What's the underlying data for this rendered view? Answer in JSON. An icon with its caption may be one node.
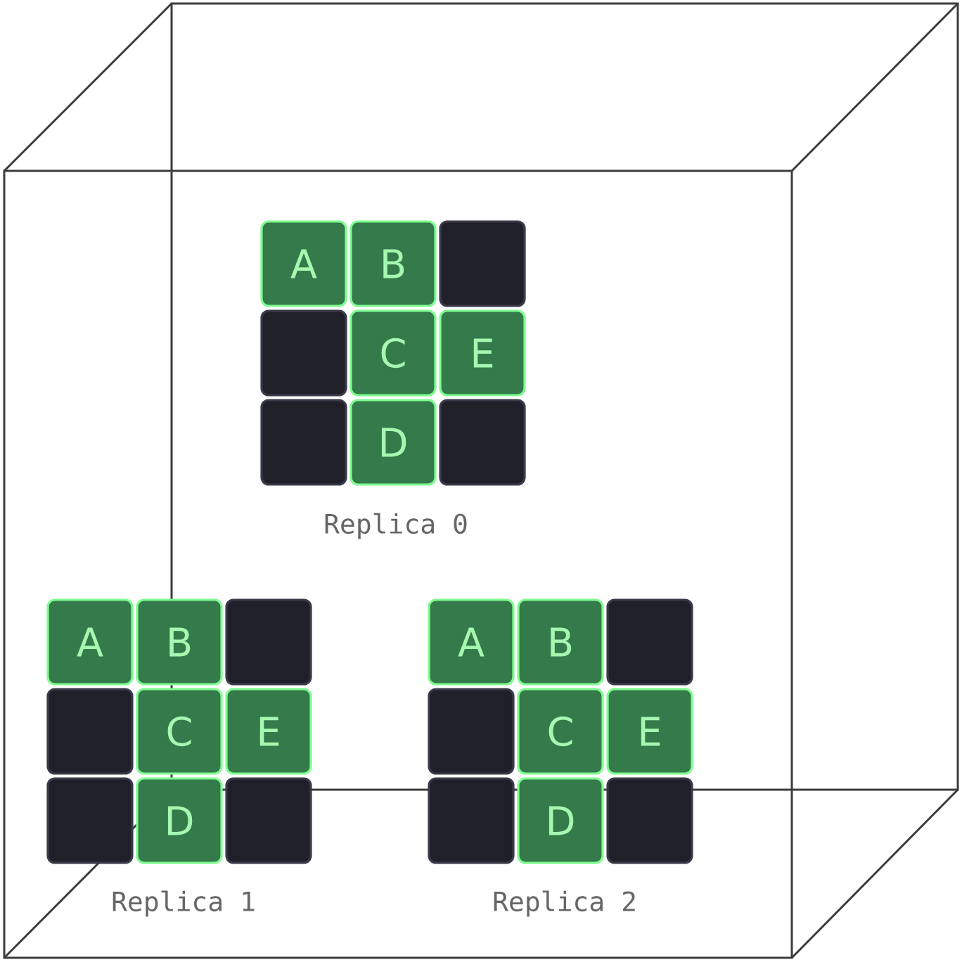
{
  "diagram": {
    "nodes": [
      {
        "text": [
          "A"
        ]
      },
      {
        "text": [
          "B"
        ]
      },
      {
        "text": [],
        "shape": "box"
      },
      {
        "text": [],
        "shape": "box"
      },
      {
        "text": [
          "C"
        ]
      },
      {
        "text": [
          "E"
        ]
      },
      {
        "text": [],
        "shape": "box"
      },
      {
        "text": [
          "D"
        ]
      },
      {
        "text": [],
        "shape": "box"
      },
      {
        "text": [
          "A"
        ]
      },
      {
        "text": [
          "B"
        ]
      },
      {
        "text": [],
        "shape": "box"
      },
      {
        "text": [],
        "shape": "box"
      },
      {
        "text": [
          "C"
        ]
      },
      {
        "text": [
          "E"
        ]
      },
      {
        "text": [],
        "shape": "box"
      },
      {
        "text": [
          "D"
        ]
      },
      {
        "text": [],
        "shape": "box"
      },
      {
        "text": [
          "A"
        ]
      },
      {
        "text": [
          "B"
        ]
      },
      {
        "text": [],
        "shape": "box"
      },
      {
        "text": [],
        "shape": "box"
      },
      {
        "text": [
          "C"
        ]
      },
      {
        "text": [
          "E"
        ]
      },
      {
        "text": [],
        "shape": "box"
      },
      {
        "text": [
          "D"
        ]
      },
      {
        "text": [],
        "shape": "box"
      }
    ],
    "labels": [
      "Replica 0",
      "Replica 1",
      "Replica 2"
    ]
  }
}
